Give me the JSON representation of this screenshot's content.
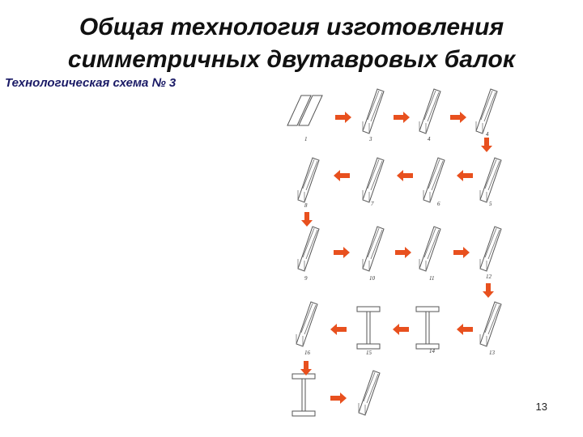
{
  "slide": {
    "title_line1": "Общая технология изготовления",
    "title_line2": "симметричных двутавровых балок",
    "subtitle": "Технологическая схема № 3",
    "page_number": "13"
  },
  "scheme": {
    "arrow_color": "#e8501e",
    "step_labels": [
      "1",
      "3",
      "4",
      "4",
      "5",
      "6",
      "7",
      "8",
      "9",
      "10",
      "11",
      "12",
      "13",
      "14",
      "15",
      "16"
    ]
  }
}
